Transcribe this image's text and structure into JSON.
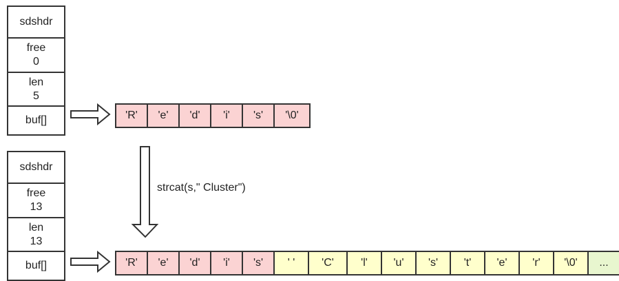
{
  "top": {
    "header": "sdshdr",
    "free_label": "free",
    "free_value": "0",
    "len_label": "len",
    "len_value": "5",
    "buf_label": "buf[]",
    "cells": [
      "'R'",
      "'e'",
      "'d'",
      "'i'",
      "'s'",
      "'\\0'"
    ]
  },
  "operation": "strcat(s,\" Cluster\")",
  "bottom": {
    "header": "sdshdr",
    "free_label": "free",
    "free_value": "13",
    "len_label": "len",
    "len_value": "13",
    "buf_label": "buf[]",
    "cells": [
      {
        "text": "'R'",
        "kind": "data"
      },
      {
        "text": "'e'",
        "kind": "data"
      },
      {
        "text": "'d'",
        "kind": "data"
      },
      {
        "text": "'i'",
        "kind": "data"
      },
      {
        "text": "'s'",
        "kind": "data"
      },
      {
        "text": "' '",
        "kind": "new"
      },
      {
        "text": "'C'",
        "kind": "new"
      },
      {
        "text": "'l'",
        "kind": "new"
      },
      {
        "text": "'u'",
        "kind": "new"
      },
      {
        "text": "'s'",
        "kind": "new"
      },
      {
        "text": "'t'",
        "kind": "new"
      },
      {
        "text": "'e'",
        "kind": "new"
      },
      {
        "text": "'r'",
        "kind": "new"
      },
      {
        "text": "'\\0'",
        "kind": "new"
      },
      {
        "text": "...",
        "kind": "free"
      }
    ]
  },
  "colors": {
    "data": "#fbd3d3",
    "new": "#ffffcc",
    "free": "#e8f6cf",
    "stroke": "#333333"
  }
}
